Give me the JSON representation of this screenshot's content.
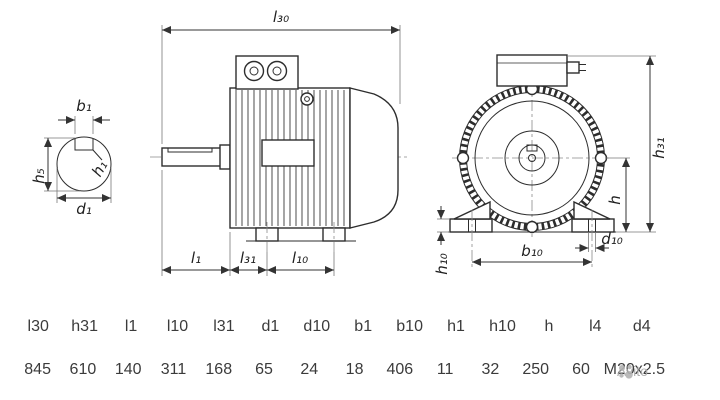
{
  "diagram": {
    "labels": {
      "l30": "l₃₀",
      "b1": "b₁",
      "h5": "h₅",
      "h1": "h₁",
      "d1": "d₁",
      "l1": "l₁",
      "l31": "l₃₁",
      "l10": "l₁₀",
      "h31": "h₃₁",
      "h": "h",
      "h10": "h₁₀",
      "b10": "b₁₀",
      "d10": "d₁₀"
    }
  },
  "table": {
    "columns": [
      {
        "header": "l30",
        "value": "845"
      },
      {
        "header": "h31",
        "value": "610"
      },
      {
        "header": "l1",
        "value": "140"
      },
      {
        "header": "l10",
        "value": "311"
      },
      {
        "header": "l31",
        "value": "168"
      },
      {
        "header": "d1",
        "value": "65"
      },
      {
        "header": "d10",
        "value": "24"
      },
      {
        "header": "b1",
        "value": "18"
      },
      {
        "header": "b10",
        "value": "406"
      },
      {
        "header": "h1",
        "value": "11"
      },
      {
        "header": "h10",
        "value": "32"
      },
      {
        "header": "h",
        "value": "250"
      },
      {
        "header": "l4",
        "value": "60"
      },
      {
        "header": "d4",
        "value": "M20x2.5"
      }
    ]
  },
  "watermark": {
    "label": "Avito"
  }
}
